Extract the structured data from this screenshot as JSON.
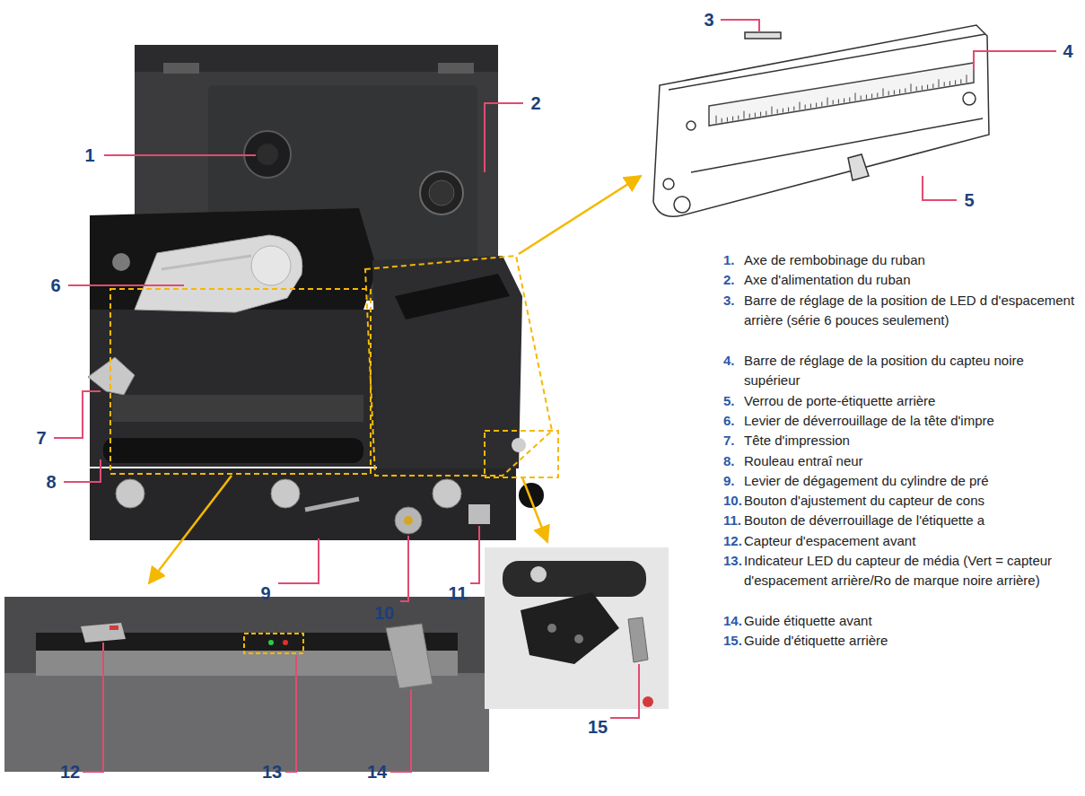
{
  "diagram": {
    "labels": [
      "1",
      "2",
      "3",
      "4",
      "5",
      "6",
      "7",
      "8",
      "9",
      "10",
      "11",
      "12",
      "13",
      "14",
      "15",
      "1.",
      "Axe de rembobinage du ruban",
      "2.",
      "Axe d'alimentation du ruban",
      "3.",
      "Barre de réglage de la position de LED d d'espacement arrière (série 6 pouces seulement)",
      "4.",
      "Barre de réglage de la position du capteu noire supérieur",
      "5.",
      "Verrou de porte-étiquette arrière",
      "6.",
      "Levier de déverrouillage de la tête d'impre",
      "7.",
      "Tête d'impression",
      "8.",
      "Rouleau entraî neur",
      "9.",
      "Levier de dégagement du cylindre de pré",
      "10.",
      "Bouton d'ajustement du capteur de cons",
      "11.",
      "Bouton de déverrouillage de l'étiquette a",
      "12.",
      "Capteur d'espacement avant",
      "13.",
      "Indicateur LED du capteur de média (Vert = capteur d'espacement arrière/Ro de marque noire arrière)",
      "14.",
      "Guide étiquette avant",
      "15.",
      "Guide d'étiquette arrière"
    ]
  }
}
